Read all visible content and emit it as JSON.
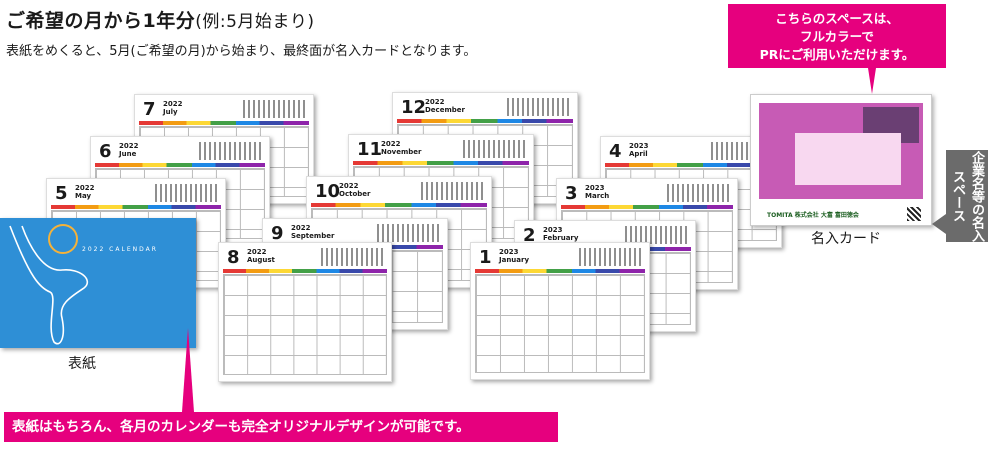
{
  "header": {
    "title": "ご希望の月から1年分",
    "title_paren": "(例:5月始まり)",
    "subtitle": "表紙をめくると、5月(ご希望の月)から始まり、最終面が名入カードとなります。"
  },
  "callouts": {
    "top_line1": "こちらのスペースは、",
    "top_line2": "フルカラーで",
    "top_line3": "PRにご利用いただけます。",
    "bottom": "表紙はもちろん、各月のカレンダーも完全オリジナルデザインが可能です。",
    "side": "企業名等の名入スペース"
  },
  "labels": {
    "cover": "表紙",
    "namecard": "名入カード"
  },
  "cover": {
    "text": "2022 CALENDAR"
  },
  "namecard": {
    "company": "TOMITA 株式会社 大富 富田徳会"
  },
  "months": [
    {
      "num": "7",
      "year": "2022",
      "name": "July"
    },
    {
      "num": "6",
      "year": "2022",
      "name": "June"
    },
    {
      "num": "5",
      "year": "2022",
      "name": "May"
    },
    {
      "num": "12",
      "year": "2022",
      "name": "December"
    },
    {
      "num": "11",
      "year": "2022",
      "name": "November"
    },
    {
      "num": "10",
      "year": "2022",
      "name": "October"
    },
    {
      "num": "9",
      "year": "2022",
      "name": "September"
    },
    {
      "num": "8",
      "year": "2022",
      "name": "August"
    },
    {
      "num": "4",
      "year": "2023",
      "name": "April"
    },
    {
      "num": "3",
      "year": "2023",
      "name": "March"
    },
    {
      "num": "2",
      "year": "2023",
      "name": "February"
    },
    {
      "num": "1",
      "year": "2023",
      "name": "January"
    }
  ],
  "colors": {
    "accent_pink": "#e6007e",
    "cover_blue": "#2e8fd6",
    "side_gray": "#6b6b6b"
  }
}
